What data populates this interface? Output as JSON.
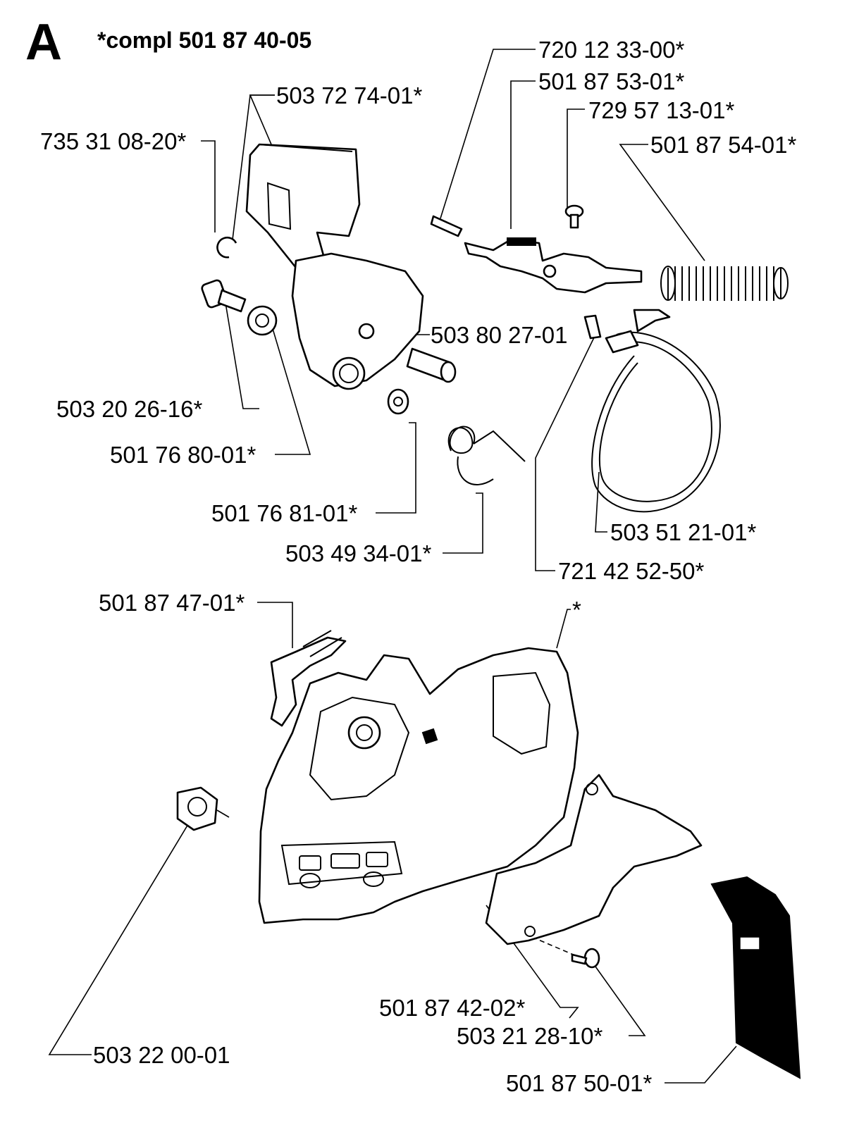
{
  "header": {
    "section_letter": "A",
    "assembly_title": "*compl 501 87 40-05"
  },
  "labels": {
    "p720_12_33_00": "720 12 33-00*",
    "p501_87_53_01": "501 87 53-01*",
    "p729_57_13_01": "729 57 13-01*",
    "p501_87_54_01": "501 87 54-01*",
    "p503_72_74_01": "503 72 74-01*",
    "p735_31_08_20": "735 31 08-20*",
    "p503_80_27_01": "503 80 27-01",
    "p503_20_26_16": "503 20 26-16*",
    "p501_76_80_01": "501 76 80-01*",
    "p501_76_81_01": "501 76 81-01*",
    "p503_49_34_01": "503 49 34-01*",
    "p503_51_21_01": "503 51 21-01*",
    "p721_42_52_50": "721 42 52-50*",
    "p501_87_47_01": "501 87 47-01*",
    "p_asterisk": "*",
    "p501_87_42_02": "501 87 42-02*",
    "p503_21_28_10": "503 21 28-10*",
    "p503_22_00_01": "503 22 00-01",
    "p501_87_50_01": "501 87 50-01*"
  }
}
